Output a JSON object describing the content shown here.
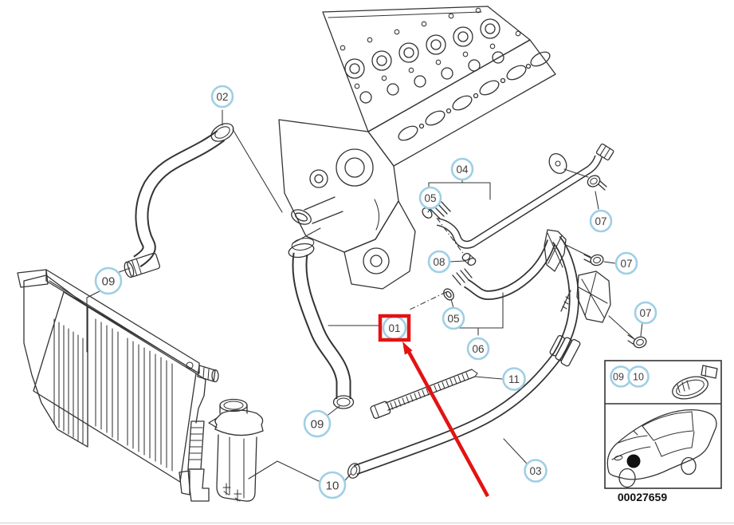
{
  "diagram": {
    "kind": "vehicle-parts-exploded-diagram",
    "subject": "Engine cooling system water hoses, radiator and expansion tank",
    "colors": {
      "background": "#ffffff",
      "line": "#333333",
      "callout_ring": "#9fcfe6",
      "callout_text": "#3d3d3d",
      "highlight_red": "#e31313"
    },
    "highlight": {
      "label": "01",
      "style": "red-box-with-arrow"
    },
    "callouts": [
      {
        "id": "01",
        "label": "01",
        "highlighted": true
      },
      {
        "id": "02",
        "label": "02"
      },
      {
        "id": "03",
        "label": "03"
      },
      {
        "id": "04",
        "label": "04"
      },
      {
        "id": "05-upper",
        "label": "05"
      },
      {
        "id": "05-lower",
        "label": "05"
      },
      {
        "id": "06",
        "label": "06"
      },
      {
        "id": "07-top",
        "label": "07"
      },
      {
        "id": "07-middle",
        "label": "07"
      },
      {
        "id": "07-bottom",
        "label": "07"
      },
      {
        "id": "08",
        "label": "08"
      },
      {
        "id": "09-radiator",
        "label": "09"
      },
      {
        "id": "09-hose",
        "label": "09"
      },
      {
        "id": "10",
        "label": "10"
      },
      {
        "id": "11",
        "label": "11"
      }
    ],
    "inset": {
      "clamp_labels": [
        "09",
        "10"
      ],
      "part_number": "00027659"
    }
  }
}
